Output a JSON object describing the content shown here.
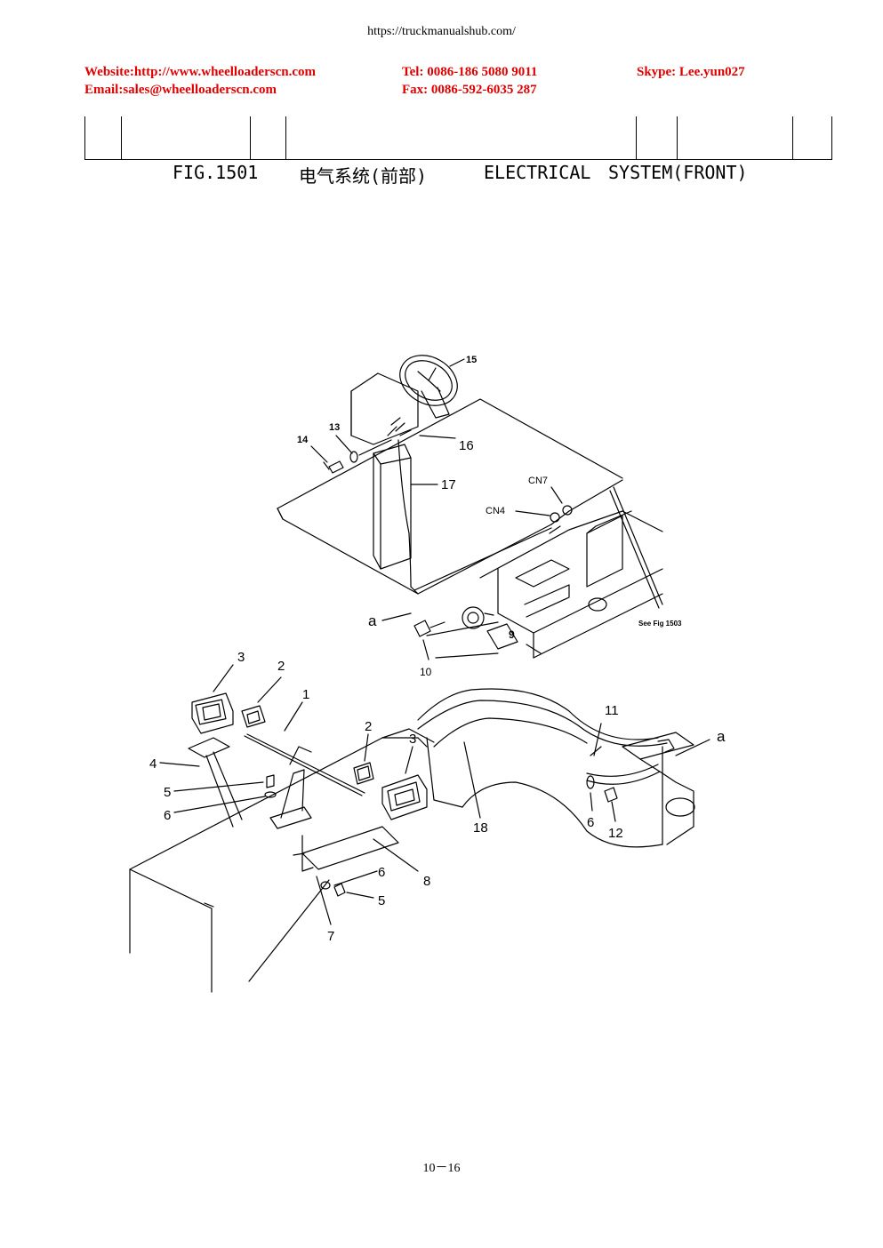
{
  "header": {
    "url": "https://truckmanualshub.com/",
    "website": "Website:http://www.wheelloaderscn.com",
    "tel": "Tel: 0086-186 5080 9011",
    "skype": "Skype: Lee.yun027",
    "email": "Email:sales@wheelloaderscn.com",
    "fax": "Fax: 0086-592-6035 287",
    "accent_color": "#e00000"
  },
  "figure": {
    "number": "FIG.1501",
    "title_cn": "电气系统(前部)",
    "title_en_1": "ELECTRICAL",
    "title_en_2": "SYSTEM(FRONT)"
  },
  "callouts": {
    "c1": "1",
    "c2a": "2",
    "c2b": "2",
    "c3a": "3",
    "c3b": "3",
    "c4": "4",
    "c5a": "5",
    "c5b": "5",
    "c6a": "6",
    "c6b": "6",
    "c6c": "6",
    "c7": "7",
    "c8": "8",
    "c9": "9",
    "c10": "10",
    "c11": "11",
    "c12": "12",
    "c13": "13",
    "c14": "14",
    "c15": "15",
    "c16": "16",
    "c17": "17",
    "c18": "18",
    "cn4": "CN4",
    "cn7": "CN7",
    "a1": "a",
    "a2": "a",
    "see_ref": "See Fig 1503"
  },
  "footer": {
    "page_number": "10－16"
  }
}
